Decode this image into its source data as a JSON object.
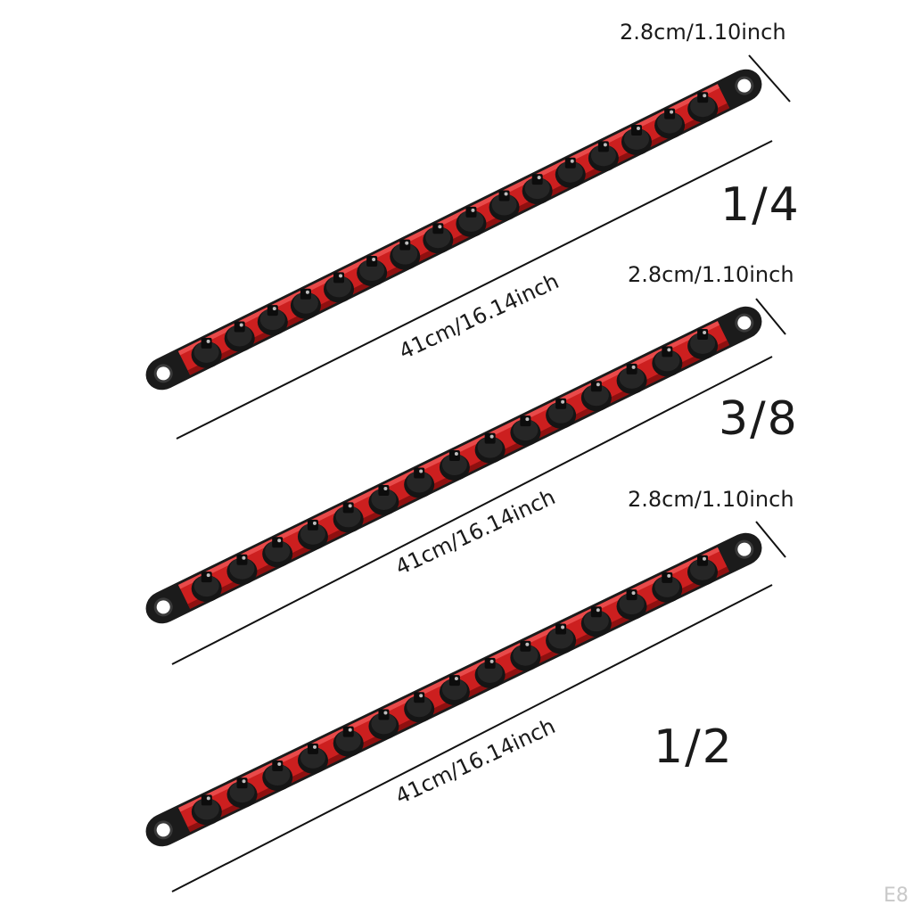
{
  "colors": {
    "rail": "#cc1f1f",
    "rail_shadow": "#8e1010",
    "rail_highlight": "#e84a4a",
    "end_cap": "#1b1b1b",
    "clip": "#151515",
    "line": "#111111"
  },
  "rails": [
    {
      "size_label": "1/4",
      "width_label": "2.8cm/1.10inch",
      "length_label": "41cm/16.14inch",
      "clip_count": 16
    },
    {
      "size_label": "3/8",
      "width_label": "2.8cm/1.10inch",
      "length_label": "41cm/16.14inch",
      "clip_count": 15
    },
    {
      "size_label": "1/2",
      "width_label": "2.8cm/1.10inch",
      "length_label": "41cm/16.14inch",
      "clip_count": 15
    }
  ],
  "watermark": "E8"
}
